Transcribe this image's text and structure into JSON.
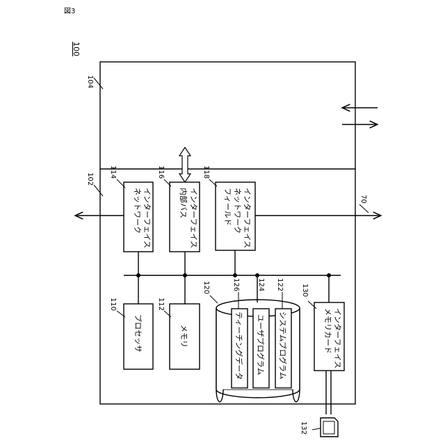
{
  "figure": {
    "label": "図3",
    "device_ref": "100"
  },
  "refs": {
    "upper_block": "104",
    "lower_block": "102",
    "network_if": "114",
    "internal_bus_if": "116",
    "fieldnet_if": "118",
    "processor": "110",
    "memory": "112",
    "storage": "120",
    "teaching_data": "126",
    "user_program": "124",
    "system_program": "122",
    "memcard_if": "130",
    "memory_card": "132",
    "field_network": "70"
  },
  "blocks": {
    "network_if": [
      "ネットワーク",
      "インターフェイス"
    ],
    "internal_bus_if": [
      "内部バス",
      "インターフェイス"
    ],
    "fieldnet_if": [
      "フィールド",
      "ネットワーク",
      "インターフェイス"
    ],
    "processor": [
      "プロセッサ"
    ],
    "memory": [
      "メモリ"
    ],
    "teaching_data": [
      "ティーチングデータ"
    ],
    "user_program": [
      "ユーザプログラム"
    ],
    "system_program": [
      "システムプログラム"
    ],
    "memcard_if": [
      "メモリカード",
      "インターフェイス"
    ]
  }
}
